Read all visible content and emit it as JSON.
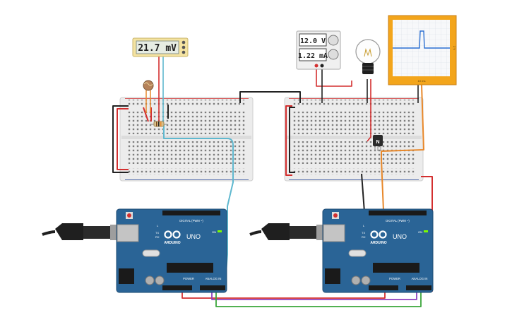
{
  "multimeter": {
    "reading": "21.7 mV"
  },
  "power_supply": {
    "voltage": "12.0 V",
    "current": "1.22 mA"
  },
  "arduino_left": {
    "brand": "ARDUINO",
    "model": "UNO",
    "digital_header": "DIGITAL (PWM ~)",
    "power_header": "POWER",
    "analog_header": "ANALOG IN",
    "pin_l": "L",
    "pin_tx": "TX",
    "pin_rx": "RX",
    "pin_on": "ON"
  },
  "arduino_right": {
    "brand": "ARDUINO",
    "model": "UNO",
    "digital_header": "DIGITAL (PWM ~)",
    "power_header": "POWER",
    "analog_header": "ANALOG IN",
    "pin_l": "L",
    "pin_tx": "TX",
    "pin_rx": "RX",
    "pin_on": "ON"
  },
  "transistor": {
    "label": "N"
  },
  "oscilloscope": {
    "time_label": "10 ms",
    "volt_label": "2 V"
  },
  "colors": {
    "board_blue": "#2a6496",
    "wire_red": "#d32f2f",
    "wire_black": "#222222",
    "wire_blue": "#5fb8cf",
    "wire_orange": "#e8882a",
    "wire_purple": "#8e3fbf",
    "wire_green": "#3aa63a",
    "scope_frame": "#f3a51b",
    "meter_frame": "#f4e3a1"
  }
}
